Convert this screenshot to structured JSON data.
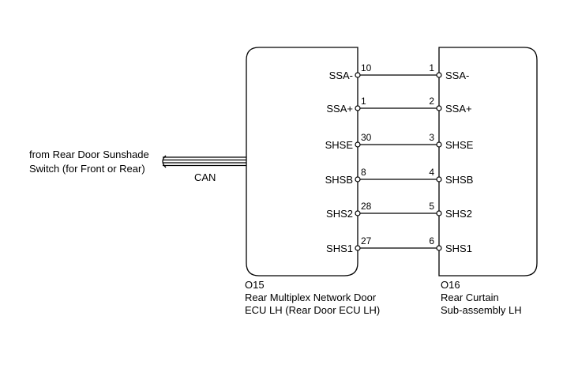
{
  "diagram": {
    "external_source": {
      "lines": [
        "from Rear Door Sunshade",
        "Switch (for Front or Rear)"
      ],
      "bus_label": "CAN"
    },
    "ecu_left": {
      "code": "O15",
      "name_lines": [
        "Rear Multiplex Network Door",
        "ECU LH (Rear Door ECU LH)"
      ]
    },
    "ecu_right": {
      "code": "O16",
      "name_lines": [
        "Rear Curtain",
        "Sub-assembly LH"
      ]
    },
    "connections": [
      {
        "left_pin": "10",
        "left_signal": "SSA-",
        "right_pin": "1",
        "right_signal": "SSA-"
      },
      {
        "left_pin": "1",
        "left_signal": "SSA+",
        "right_pin": "2",
        "right_signal": "SSA+"
      },
      {
        "left_pin": "30",
        "left_signal": "SHSE",
        "right_pin": "3",
        "right_signal": "SHSE"
      },
      {
        "left_pin": "8",
        "left_signal": "SHSB",
        "right_pin": "4",
        "right_signal": "SHSB"
      },
      {
        "left_pin": "28",
        "left_signal": "SHS2",
        "right_pin": "5",
        "right_signal": "SHS2"
      },
      {
        "left_pin": "27",
        "left_signal": "SHS1",
        "right_pin": "6",
        "right_signal": "SHS1"
      }
    ]
  }
}
